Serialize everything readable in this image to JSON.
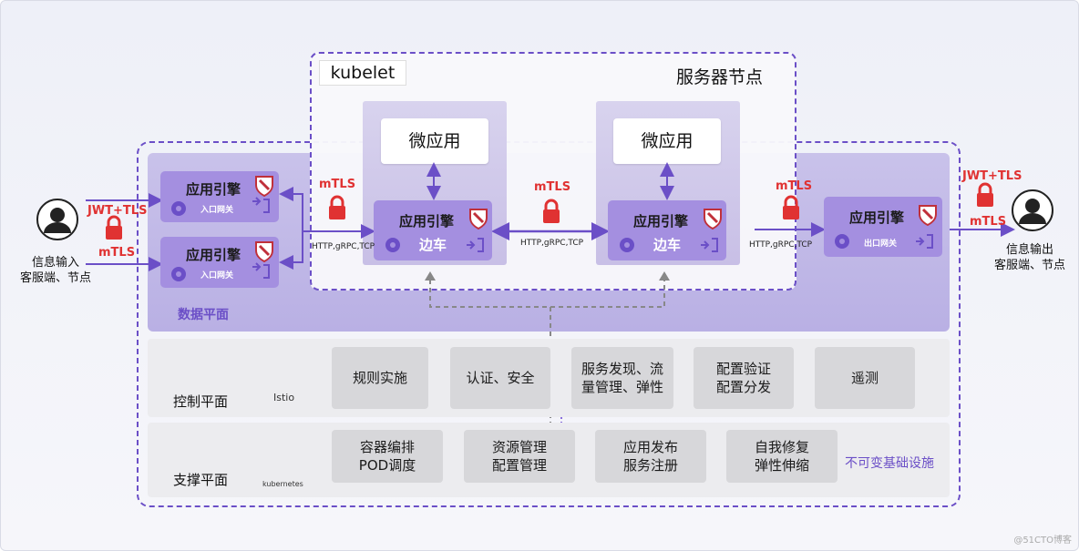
{
  "kubelet": {
    "title": "kubelet",
    "node_label": "服务器节点"
  },
  "data_plane": {
    "label": "数据平面"
  },
  "engines": {
    "name": "应用引擎",
    "ingress_sub": "入口网关",
    "egress_sub": "出口网关",
    "sidecar_sub": "边车"
  },
  "micro_app_label": "微应用",
  "security": {
    "mtls": "mTLS",
    "jwt_tls": "JWT+TLS",
    "proto": "HTTP,gRPC,TCP"
  },
  "client_in": {
    "line1": "信息输入",
    "line2": "客服端、节点"
  },
  "client_out": {
    "line1": "信息输出",
    "line2": "客服端、节点"
  },
  "control_plane": {
    "label": "控制平面",
    "logo": "Istio",
    "cards": [
      {
        "l1": "规则实施",
        "l2": ""
      },
      {
        "l1": "认证、安全",
        "l2": ""
      },
      {
        "l1": "服务发现、流",
        "l2": "量管理、弹性"
      },
      {
        "l1": "配置验证",
        "l2": "配置分发"
      },
      {
        "l1": "遥测",
        "l2": ""
      }
    ]
  },
  "support_plane": {
    "label": "支撑平面",
    "logo": "kubernetes",
    "cards": [
      {
        "l1": "容器编排",
        "l2": "POD调度"
      },
      {
        "l1": "资源管理",
        "l2": "配置管理"
      },
      {
        "l1": "应用发布",
        "l2": "服务注册"
      },
      {
        "l1": "自我修复",
        "l2": "弹性伸缩"
      }
    ],
    "note": "不可变基础设施"
  },
  "watermark": "@51CTO博客",
  "colors": {
    "accent": "#6b4fc7",
    "engine": "#a48fe0",
    "lock": "#e03232"
  }
}
